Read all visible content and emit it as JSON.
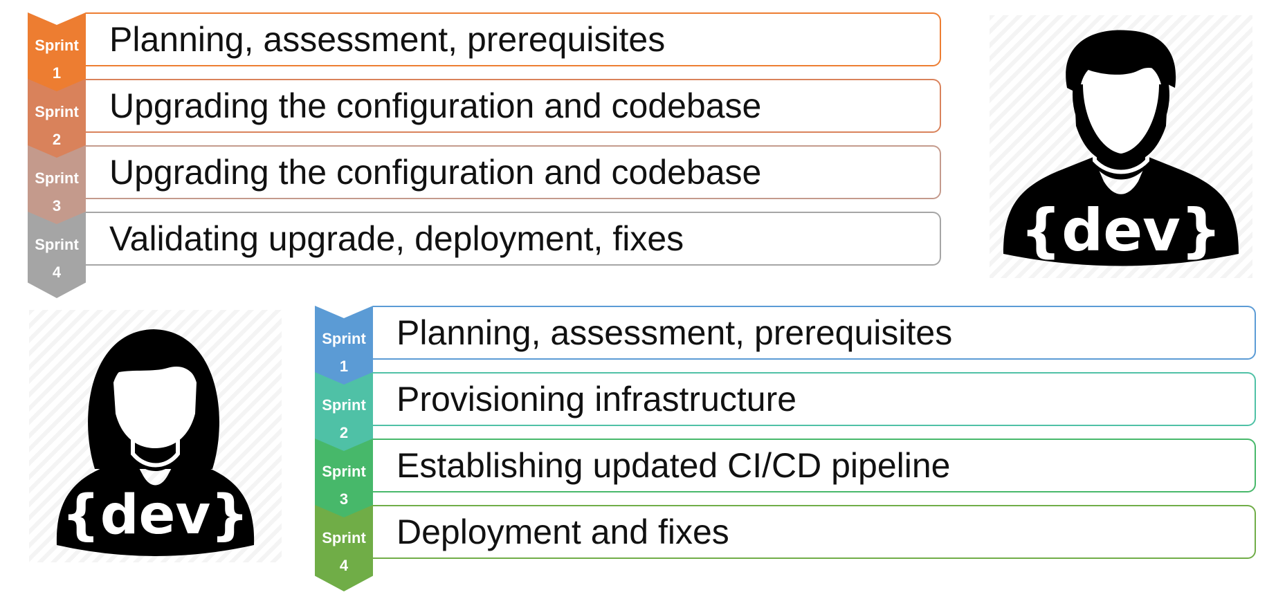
{
  "top_track": {
    "color_sprint_1": "#ED7D31",
    "color_sprint_2": "#D9825B",
    "color_sprint_3": "#C49A8C",
    "color_sprint_4": "#A5A5A5",
    "sprints": [
      {
        "label": "Sprint",
        "number": "1",
        "task": "Planning, assessment, prerequisites"
      },
      {
        "label": "Sprint",
        "number": "2",
        "task": "Upgrading the configuration and codebase"
      },
      {
        "label": "Sprint",
        "number": "3",
        "task": "Upgrading the configuration and codebase"
      },
      {
        "label": "Sprint",
        "number": "4",
        "task": "Validating upgrade, deployment, fixes"
      }
    ]
  },
  "bottom_track": {
    "color_sprint_1": "#5B9BD5",
    "color_sprint_2": "#4FC1A6",
    "color_sprint_3": "#47B86A",
    "color_sprint_4": "#70AD47",
    "sprints": [
      {
        "label": "Sprint",
        "number": "1",
        "task": "Planning, assessment, prerequisites"
      },
      {
        "label": "Sprint",
        "number": "2",
        "task": "Provisioning infrastructure"
      },
      {
        "label": "Sprint",
        "number": "3",
        "task": "Establishing updated CI/CD pipeline"
      },
      {
        "label": "Sprint",
        "number": "4",
        "task": "Deployment and fixes"
      }
    ]
  },
  "avatars": {
    "male_icon": "male-developer-icon",
    "female_icon": "female-developer-icon",
    "badge_text": "{dev}"
  }
}
